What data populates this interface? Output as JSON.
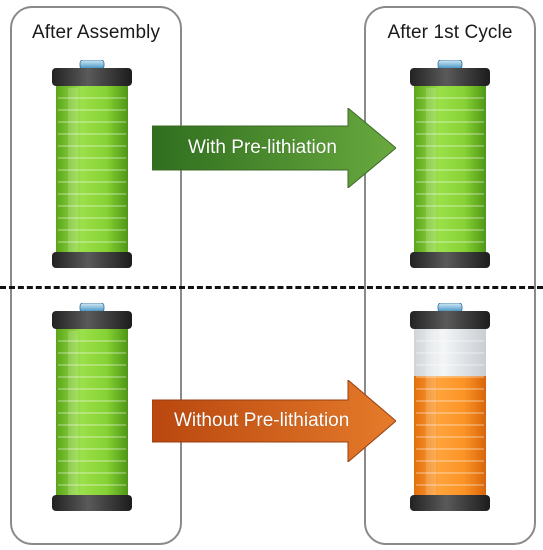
{
  "panels": {
    "left_title": "After Assembly",
    "right_title": "After 1st Cycle"
  },
  "arrows": {
    "top_label": "With Pre-lithiation",
    "bottom_label": "Without Pre-lithiation",
    "top_color": "#4e8f2f",
    "bottom_color": "#d35f16"
  },
  "batteries": [
    {
      "id": "assembly-with",
      "charge_state": "full",
      "charge_fraction": 1.0
    },
    {
      "id": "cycle-with",
      "charge_state": "full",
      "charge_fraction": 1.0
    },
    {
      "id": "assembly-without",
      "charge_state": "full",
      "charge_fraction": 1.0
    },
    {
      "id": "cycle-without",
      "charge_state": "partial",
      "charge_fraction": 0.72
    }
  ],
  "colors": {
    "full_charge": "#7ed321",
    "partial_charge": "#f28a1e",
    "empty": "#e9ecef",
    "cap": "#3b3b3b",
    "terminal": "#5fa9d6"
  }
}
